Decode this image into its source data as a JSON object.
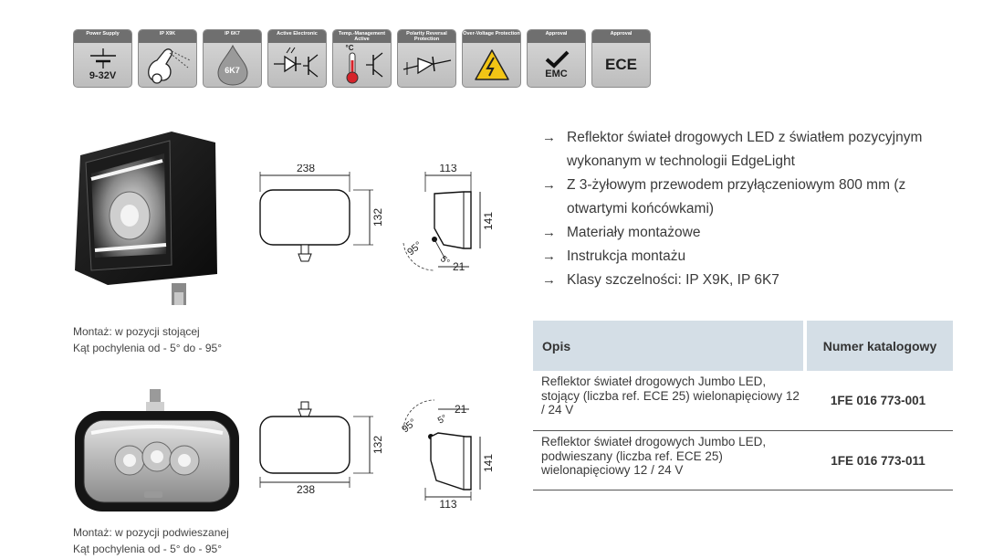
{
  "icons": [
    {
      "caption": "Power Supply",
      "value": "9-32V",
      "symbol": "battery-icon"
    },
    {
      "caption": "IP X9K",
      "symbol": "pressure-washer-icon"
    },
    {
      "caption": "IP 6K7",
      "value": "6K7",
      "symbol": "water-drop-icon"
    },
    {
      "caption": "Active Electronic",
      "symbol": "led-diode-icon"
    },
    {
      "caption": "Temp.-Management Active",
      "value": "°C",
      "symbol": "thermometer-icon"
    },
    {
      "caption": "Polarity Reversal Protection",
      "symbol": "diode-icon"
    },
    {
      "caption": "Over-Voltage Protection",
      "symbol": "high-voltage-icon"
    },
    {
      "caption": "Approval",
      "value": "EMC",
      "symbol": "check-icon"
    },
    {
      "caption": "Approval",
      "value": "ECE",
      "symbol": "ece-text"
    }
  ],
  "features": [
    "Reflektor świateł drogowych LED z światłem pozycyjnym wykonanym w technologii EdgeLight",
    "Z 3-żyłowym przewodem przyłączeniowym 800 mm (z otwartymi końcówkami)",
    "Materiały montażowe",
    "Instrukcja montażu",
    "Klasy szczelności: IP X9K, IP 6K7"
  ],
  "table": {
    "headers": {
      "description": "Opis",
      "catalog_number": "Numer katalogowy"
    },
    "rows": [
      {
        "description": "Reflektor świateł drogowych Jumbo LED, stojący (liczba ref. ECE 25) wielonapięciowy 12 / 24 V",
        "catalog_number": "1FE 016 773-001"
      },
      {
        "description": "Reflektor świateł drogowych Jumbo LED, podwieszany (liczba ref. ECE 25) wielonapięciowy 12 / 24 V",
        "catalog_number": "1FE 016 773-011"
      }
    ]
  },
  "variants": [
    {
      "mounting": "Montaż: w pozycji stojącej",
      "tilt": "Kąt pochylenia od - 5° do - 95°",
      "dims": {
        "width": "238",
        "height": "132",
        "depth": "113",
        "side_height": "141",
        "bracket": "21",
        "angle_a": "95°",
        "angle_b": "5°"
      }
    },
    {
      "mounting": "Montaż: w pozycji podwieszanej",
      "tilt": "Kąt pochylenia od - 5° do - 95°",
      "dims": {
        "width": "238",
        "height": "132",
        "depth": "113",
        "side_height": "141",
        "bracket": "21",
        "angle_a": "95°",
        "angle_b": "5°"
      }
    }
  ]
}
